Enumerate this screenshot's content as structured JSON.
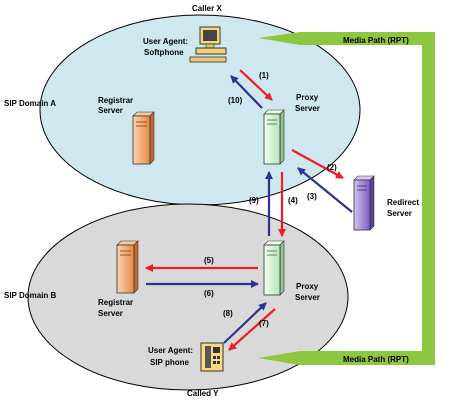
{
  "labels": {
    "caller": "Caller X",
    "called": "Called Y",
    "domain_a": "SIP Domain A",
    "domain_b": "SIP Domain B",
    "ua_a_line1": "User Agent:",
    "ua_a_line2": "Softphone",
    "ua_b_line1": "User Agent:",
    "ua_b_line2": "SIP phone",
    "registrar_a_line1": "Registrar",
    "registrar_a_line2": "Server",
    "registrar_b_line1": "Registrar",
    "registrar_b_line2": "Server",
    "proxy_a_line1": "Proxy",
    "proxy_a_line2": "Server",
    "proxy_b_line1": "Proxy",
    "proxy_b_line2": "Server",
    "redirect_line1": "Redirect",
    "redirect_line2": "Server",
    "media_top": "Media Path (RPT)",
    "media_bottom": "Media Path (RPT)"
  },
  "steps": {
    "s1": "(1)",
    "s2": "(2)",
    "s3": "(3)",
    "s4": "(4)",
    "s5": "(5)",
    "s6": "(6)",
    "s7": "(7)",
    "s8": "(8)",
    "s9": "(9)",
    "s10": "(10)"
  },
  "colors": {
    "domain_a_fill": "#cfe8f0",
    "domain_b_fill": "#d9d9d9",
    "media_path": "#8dc63f",
    "request_arrow": "#ee1c24",
    "response_arrow": "#2e3192",
    "proxy_server": "#d6f5d6",
    "registrar_server": "#f9b27a",
    "redirect_server": "#a88cd8"
  }
}
